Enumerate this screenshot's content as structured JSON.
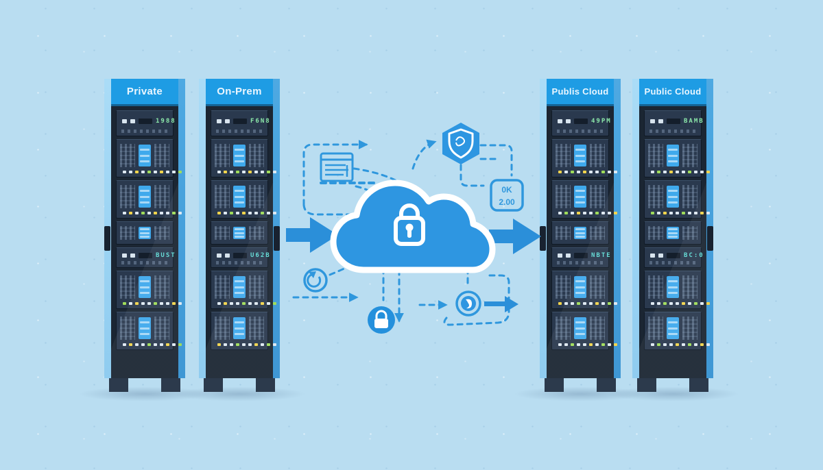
{
  "scene": {
    "background_color": "#b9ddf1",
    "header_blue": "#1e9ce4",
    "dash_blue": "#2f97dd",
    "arrow_blue": "#2b8fd9",
    "cloud_blue": "#2e96e1",
    "rack_dark": "#1b2633",
    "light_green": "#9fdc5a",
    "light_yellow": "#f2d44c",
    "light_white": "#dfe9f2"
  },
  "racks": [
    {
      "label": "Private",
      "lcd_top": "1988",
      "lcd_mid": "BUST",
      "handle_side": "left"
    },
    {
      "label": "On-Prem",
      "lcd_top": "F6N8",
      "lcd_mid": "U62B",
      "handle_side": "right"
    },
    {
      "label": "Publis Cloud",
      "lcd_top": "49PM",
      "lcd_mid": "NBTE",
      "handle_side": "left"
    },
    {
      "label": "Public Cloud",
      "lcd_top": "BAMB",
      "lcd_mid": "BC:0",
      "handle_side": "right"
    }
  ],
  "code_badge": {
    "line1": "0K",
    "line2": "2.00"
  },
  "icons": [
    "document-grid-icon",
    "shield-badge-icon",
    "code-badge-icon",
    "sync-circle-icon",
    "lock-circle-icon",
    "swirl-circle-icon",
    "secure-cloud-icon",
    "migration-arrow-left",
    "migration-arrow-right"
  ]
}
